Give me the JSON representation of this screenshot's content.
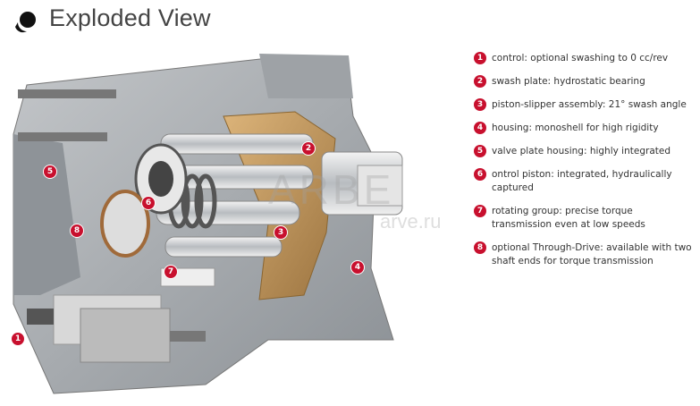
{
  "header": {
    "title": "Exploded View",
    "logo_icon": "moon-dot-icon"
  },
  "watermark": {
    "brand": "ARBE",
    "site": "arve.ru"
  },
  "markers": [
    "1",
    "2",
    "3",
    "4",
    "5",
    "6",
    "7",
    "8"
  ],
  "legend": [
    {
      "num": "1",
      "text": "control: optional swashing to 0 cc/rev"
    },
    {
      "num": "2",
      "text": "swash plate: hydrostatic bearing"
    },
    {
      "num": "3",
      "text": "piston-slipper assembly: 21° swash angle"
    },
    {
      "num": "4",
      "text": "housing: monoshell for high rigidity"
    },
    {
      "num": "5",
      "text": "valve plate housing: highly integrated"
    },
    {
      "num": "6",
      "text": "ontrol piston: integrated, hydraulically captured"
    },
    {
      "num": "7",
      "text": "rotating group: precise torque transmission even at low speeds"
    },
    {
      "num": "8",
      "text": "optional Through-Drive: available with two shaft ends for torque transmission"
    }
  ],
  "colors": {
    "accent": "#c8102e",
    "housing": "#a9adb1",
    "swash": "#c9a36b"
  }
}
